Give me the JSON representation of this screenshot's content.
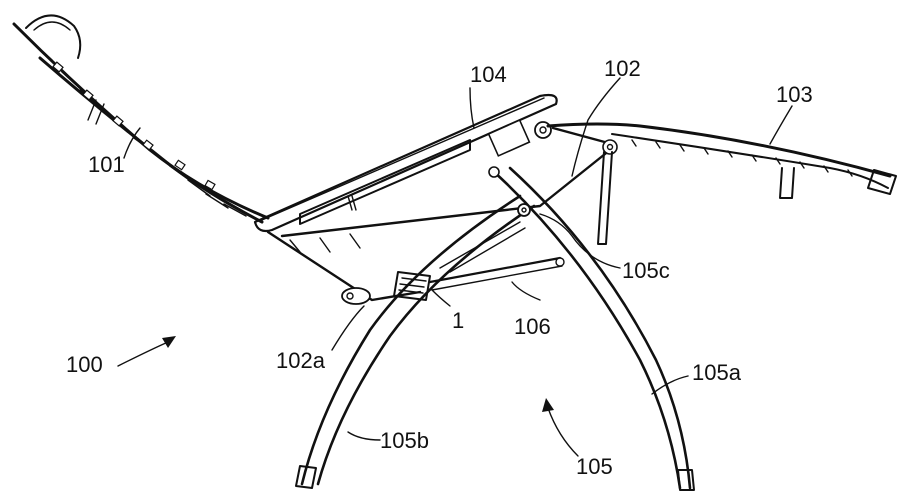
{
  "figure": {
    "labels": {
      "l100": "100",
      "l101": "101",
      "l102": "102",
      "l102a": "102a",
      "l103": "103",
      "l104": "104",
      "l105": "105",
      "l105a": "105a",
      "l105b": "105b",
      "l105c": "105c",
      "l106": "106",
      "l1": "1"
    },
    "colors": {
      "ink": "#111111",
      "background": "#ffffff"
    }
  }
}
